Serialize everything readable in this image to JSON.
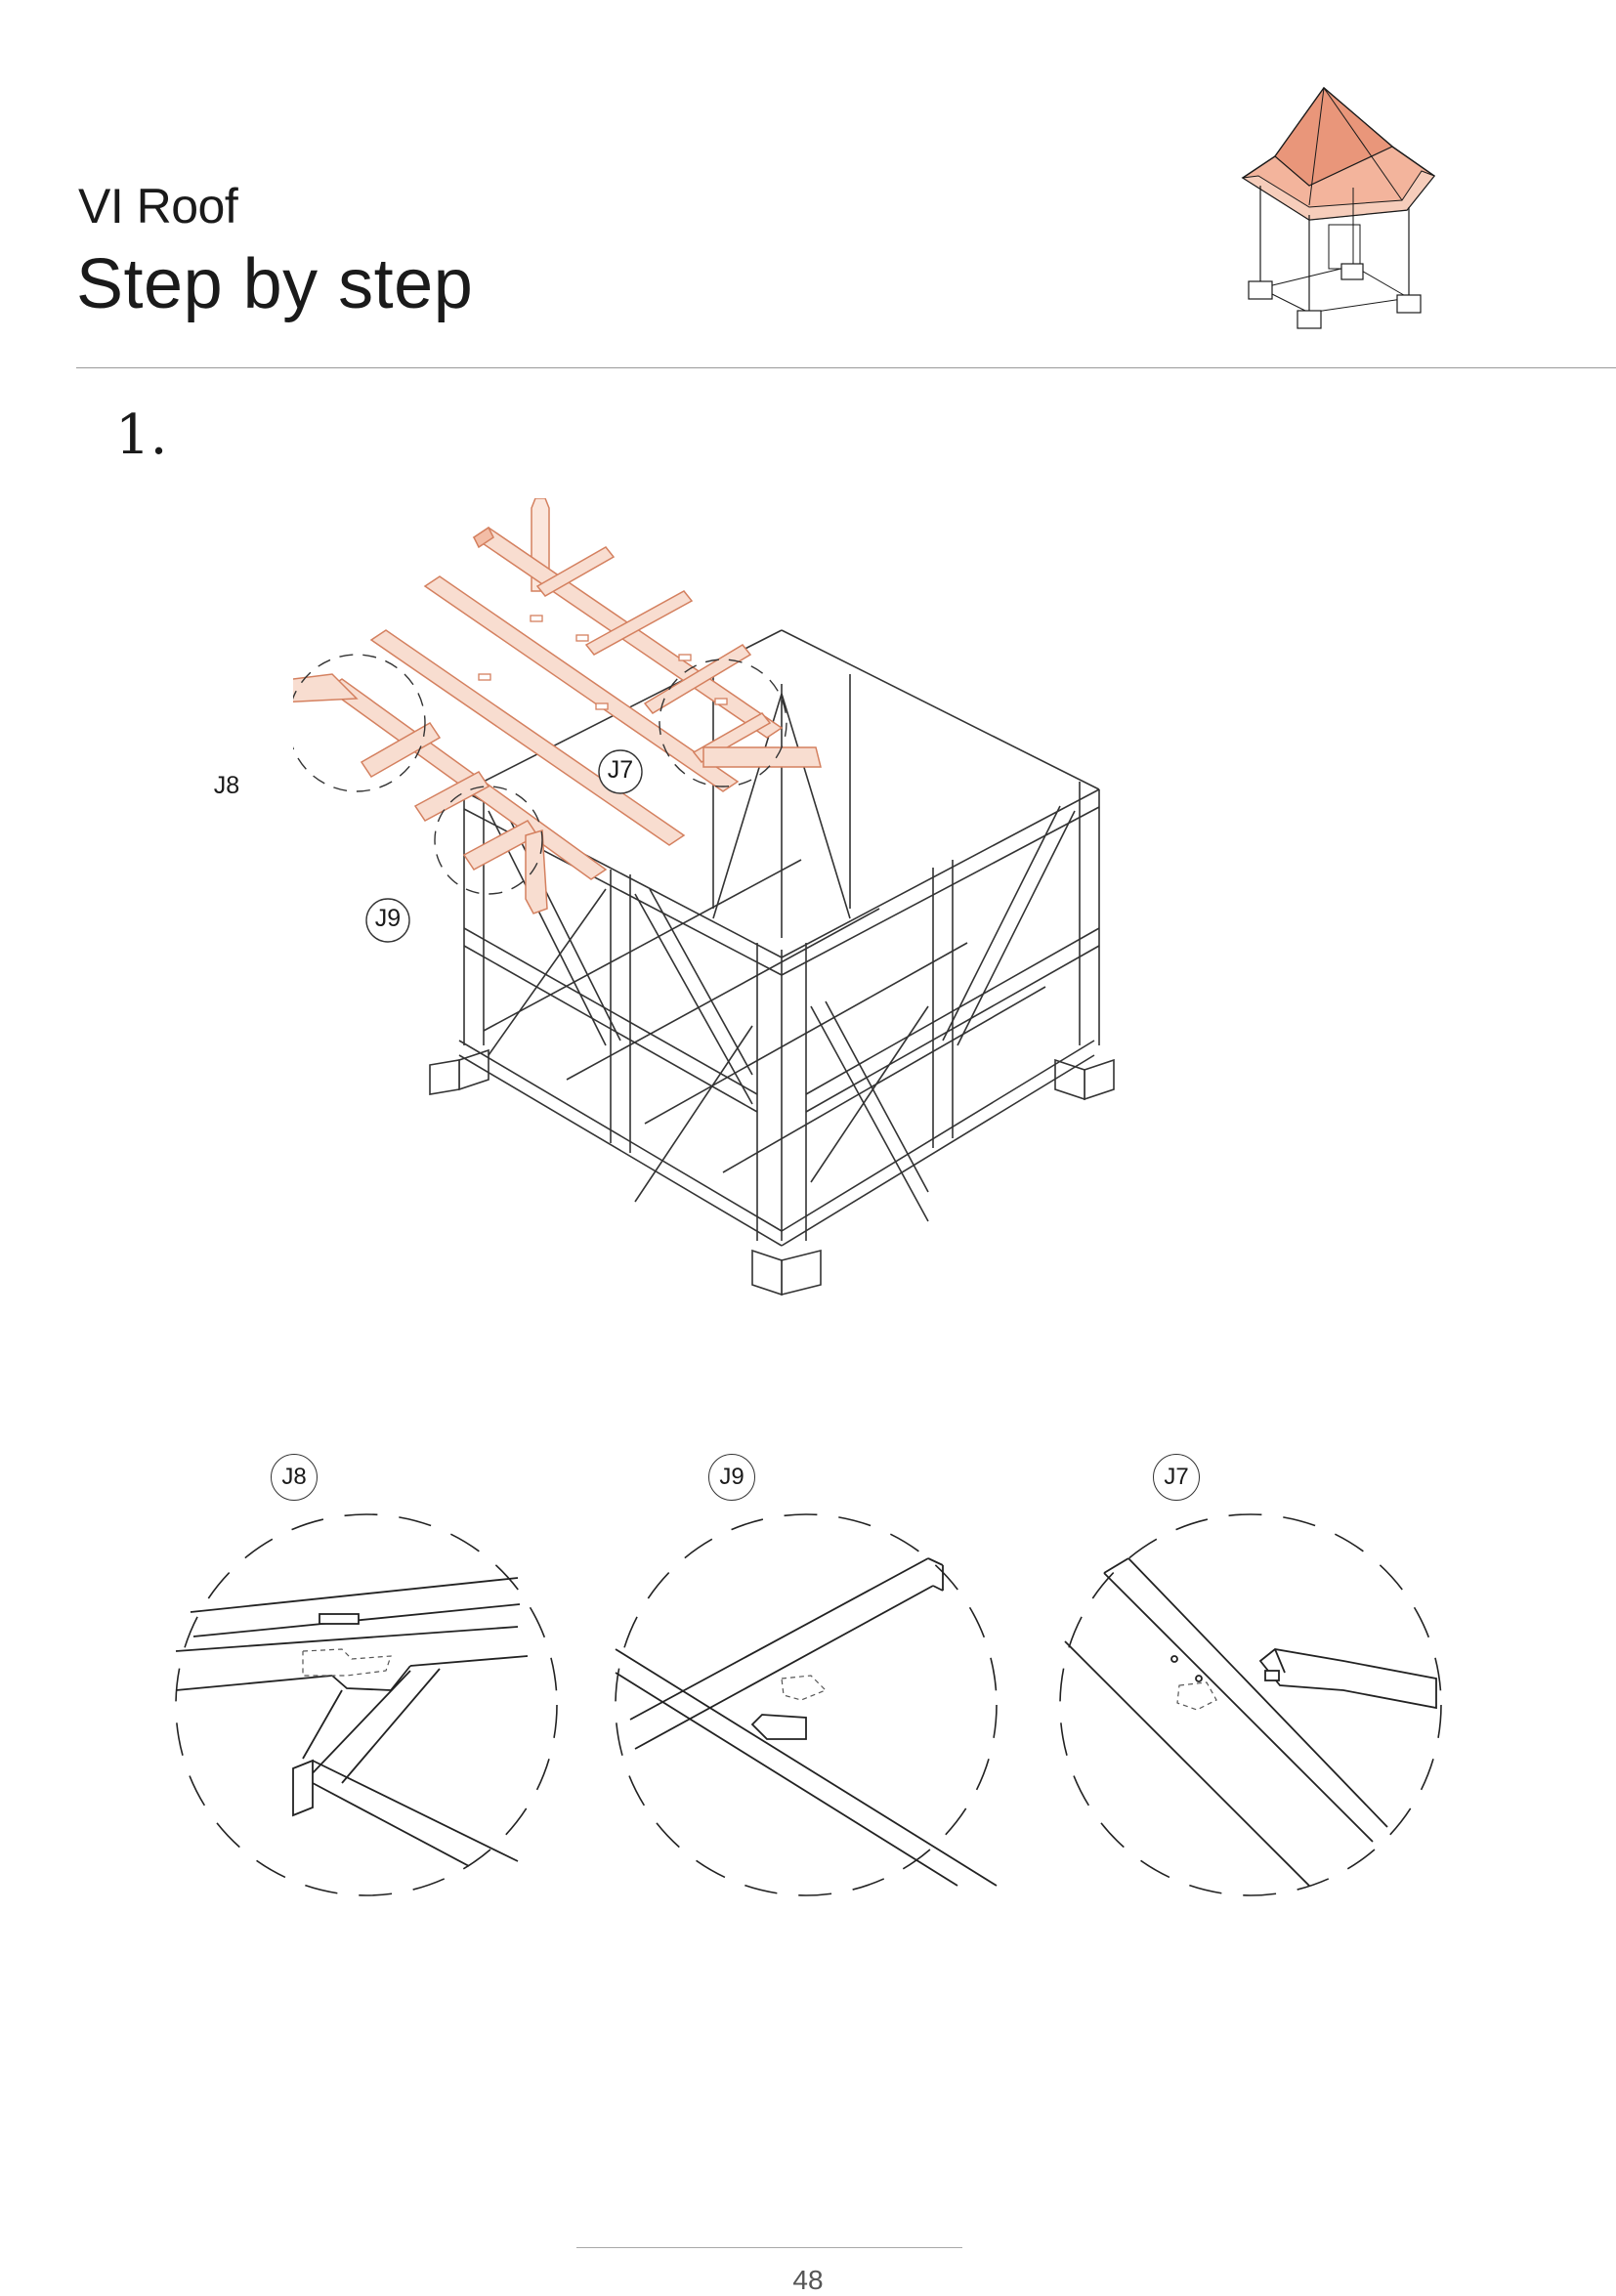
{
  "header": {
    "section": "VI Roof",
    "subtitle": "Step by step"
  },
  "step": {
    "number": "1."
  },
  "callouts": {
    "j8": "J8",
    "j9": "J9",
    "j7": "J7"
  },
  "details": [
    {
      "label": "J8"
    },
    {
      "label": "J9"
    },
    {
      "label": "J7"
    }
  ],
  "footer": {
    "page_number": "48"
  },
  "colors": {
    "roof_accent": "#f0a889",
    "roof_fill": "#f6d5c4",
    "line": "#1a1a1a"
  }
}
